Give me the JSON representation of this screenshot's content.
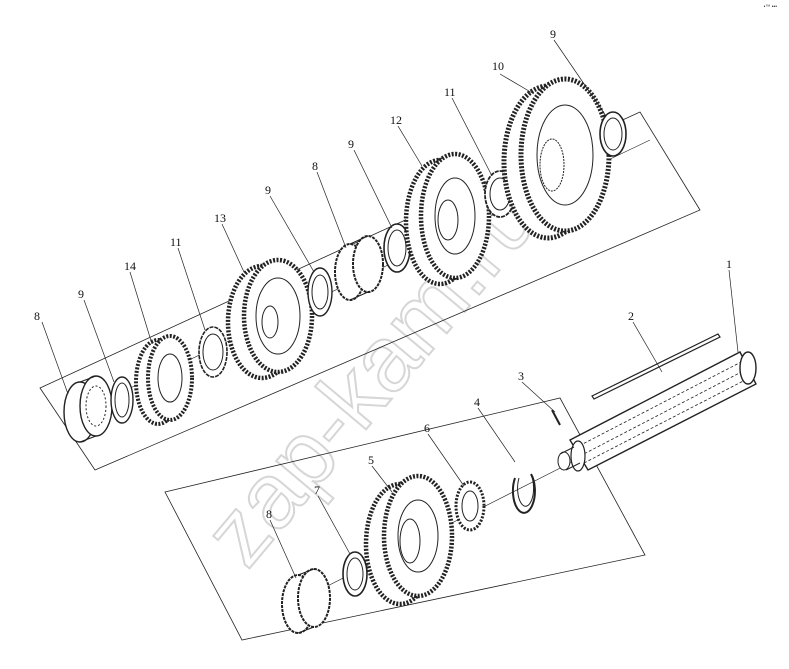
{
  "corner_mark": "•™ •••",
  "watermark": {
    "text": "zap-kam.ru",
    "color": "#d6d6d6"
  },
  "callouts": [
    "1",
    "2",
    "3",
    "4",
    "5",
    "6",
    "7",
    "8",
    "8",
    "8",
    "9",
    "9",
    "9",
    "9",
    "10",
    "11",
    "11",
    "12",
    "13",
    "14"
  ]
}
